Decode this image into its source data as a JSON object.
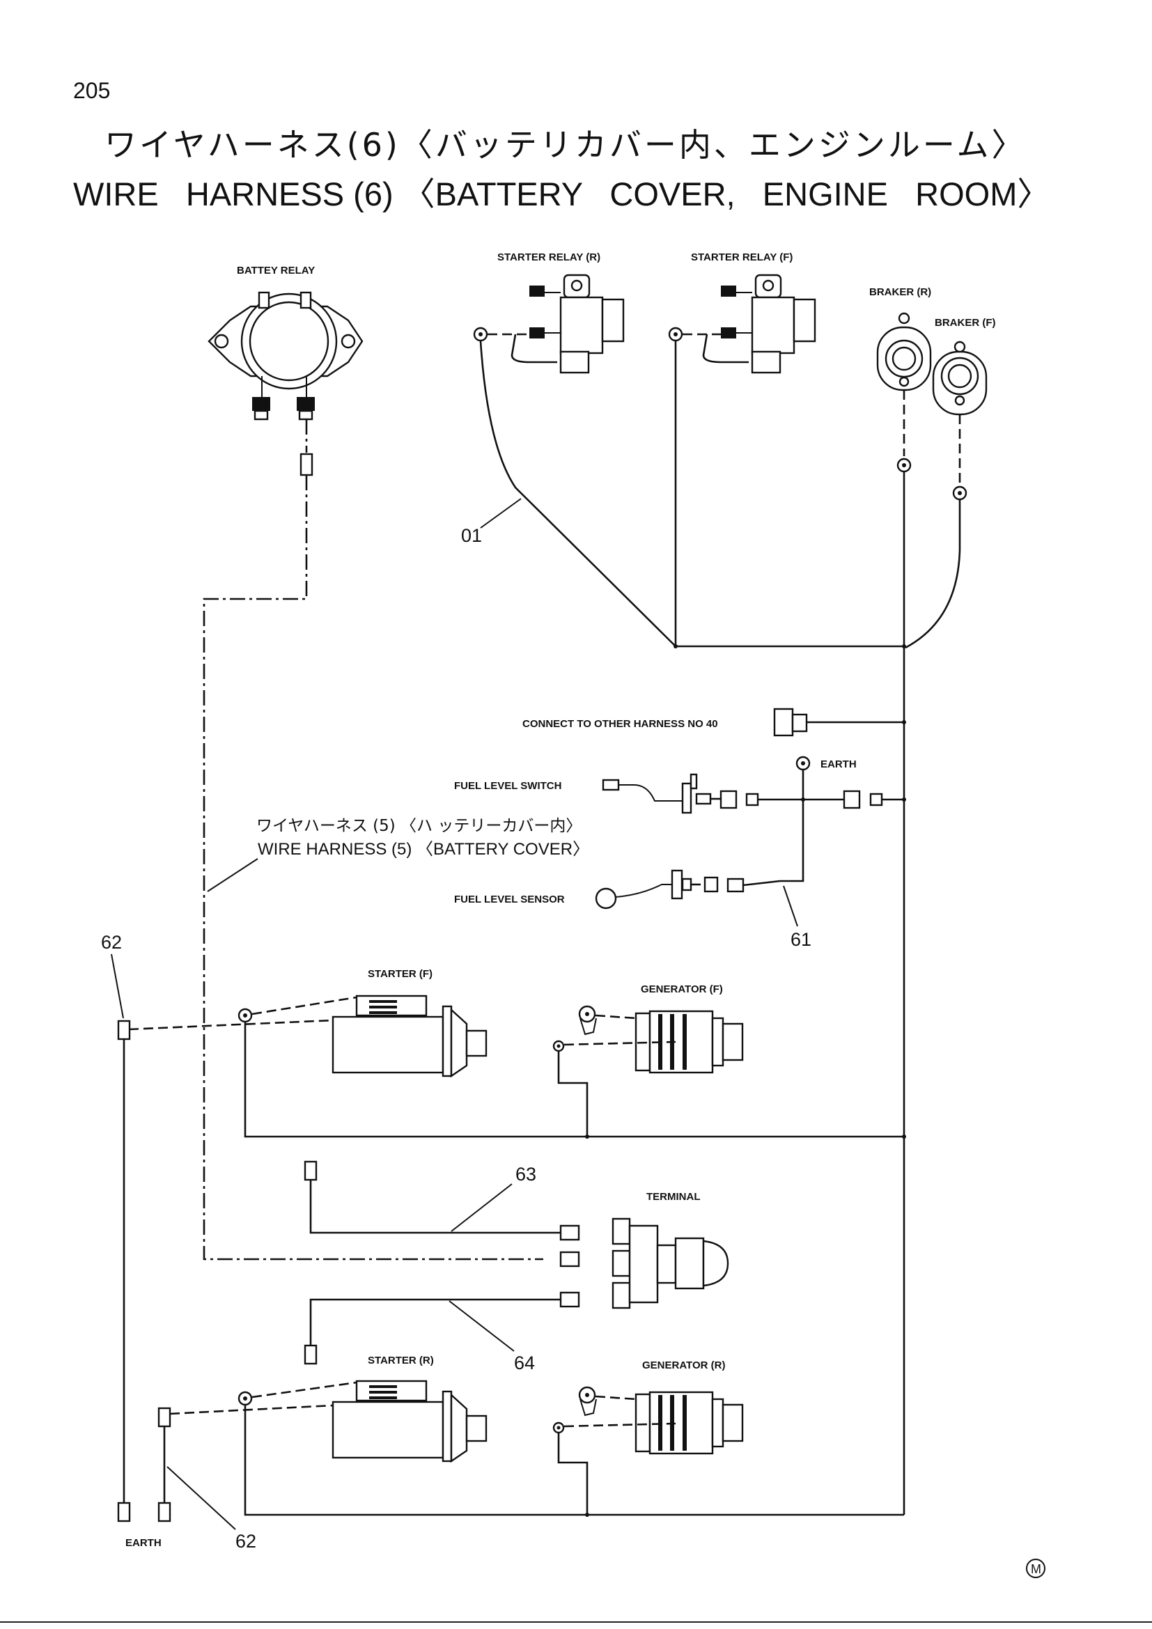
{
  "page": {
    "number": "205",
    "title_jp": "ワイヤハーネス(6)〈バッテリカバー内、エンジンルーム〉",
    "title_en": "WIRE   HARNESS (6) 〈BATTERY   COVER,   ENGINE   ROOM〉",
    "mark": "M"
  },
  "components": {
    "battery_relay": "BATTEY  RELAY",
    "starter_relay_r": "STARTER  RELAY (R)",
    "starter_relay_f": "STARTER  RELAY (F)",
    "braker_r": "BRAKER (R)",
    "braker_f": "BRAKER (F)",
    "connect_other": "CONNECT  TO  OTHER  HARNESS  NO 40",
    "earth_top": "EARTH",
    "fuel_level_switch": "FUEL  LEVEL  SWITCH",
    "fuel_level_sensor": "FUEL  LEVEL  SENSOR",
    "starter_f": "STARTER (F)",
    "generator_f": "GENERATOR (F)",
    "terminal": "TERMINAL",
    "starter_r": "STARTER (R)",
    "generator_r": "GENERATOR (R)",
    "earth_bottom": "EARTH"
  },
  "harness5": {
    "jp": "ワイヤハーネス (5) 〈ハ ッテリーカバー内〉",
    "en": "WIRE  HARNESS  (5)  〈BATTERY  COVER〉"
  },
  "refs": {
    "r01": "01",
    "r61": "61",
    "r62_top": "62",
    "r62_bottom": "62",
    "r63": "63",
    "r64": "64"
  },
  "colors": {
    "ink": "#111111",
    "paper": "#ffffff"
  }
}
